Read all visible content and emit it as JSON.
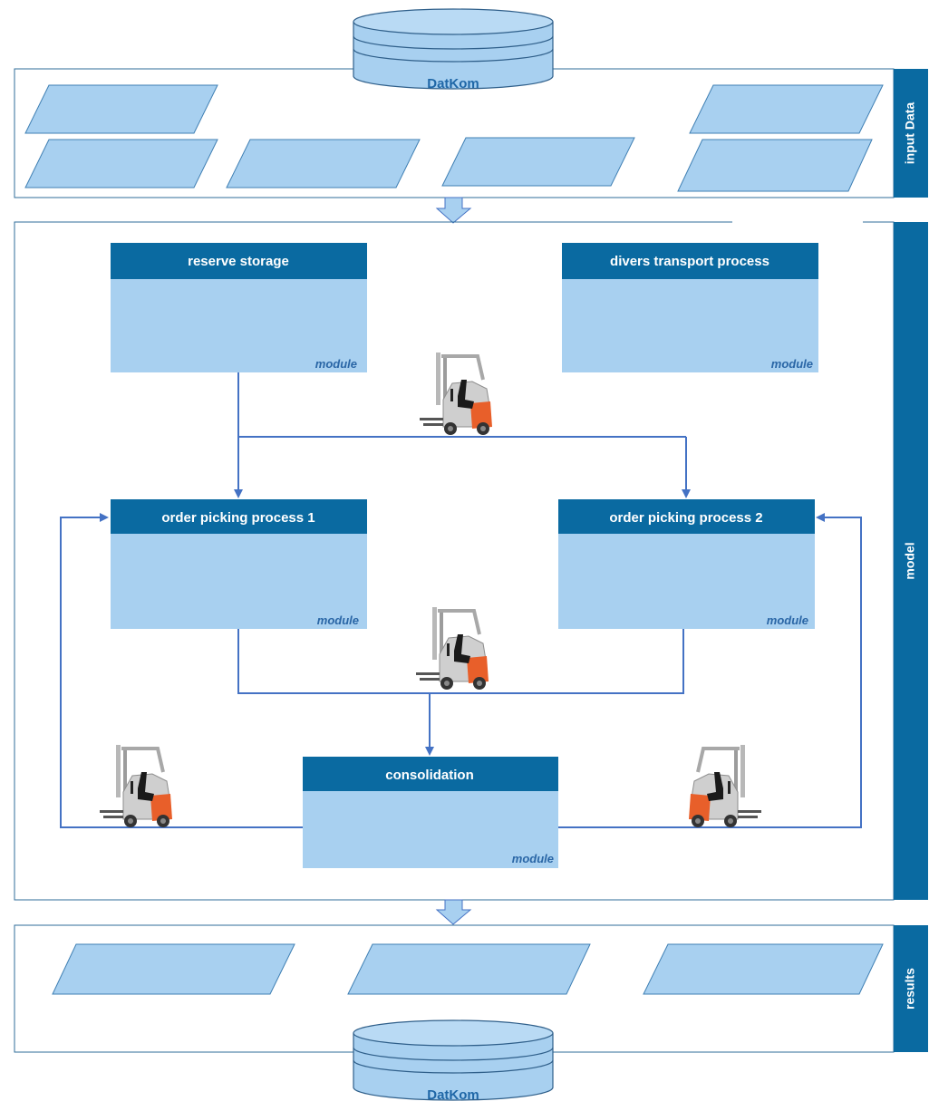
{
  "database": {
    "name": "DatKom"
  },
  "bands": {
    "input": "input Data",
    "model": "model",
    "results": "results"
  },
  "modules": {
    "reserve": {
      "title": "reserve storage",
      "sub": "module"
    },
    "divers": {
      "title": "divers transport process",
      "sub": "module"
    },
    "pick1": {
      "title": "order picking process 1",
      "sub": "module"
    },
    "pick2": {
      "title": "order picking process 2",
      "sub": "module"
    },
    "consolidation": {
      "title": "consolidation",
      "sub": "module"
    }
  },
  "colors": {
    "band": "#0a6aa1",
    "module_header": "#0a6aa1",
    "module_body": "#a8d0f0",
    "arrow": "#4472c4",
    "forklift_accent": "#e85f2a"
  },
  "icons": [
    "database-icon",
    "forklift-icon",
    "data-parallelogram"
  ]
}
